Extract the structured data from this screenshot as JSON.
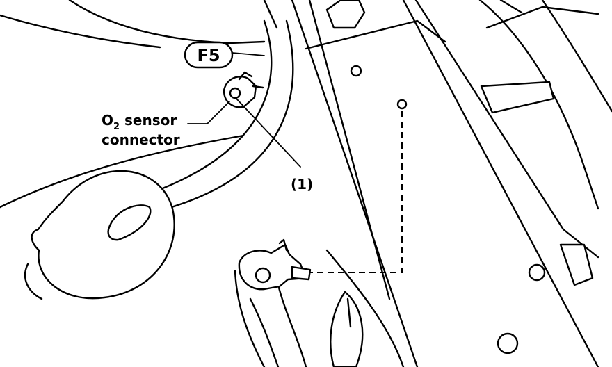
{
  "callouts": {
    "badge": "F5",
    "sensor_line1_main": "O",
    "sensor_line1_sub": "2",
    "sensor_line1_rest": " sensor",
    "sensor_line2": "connector",
    "item_number": "(1)"
  }
}
